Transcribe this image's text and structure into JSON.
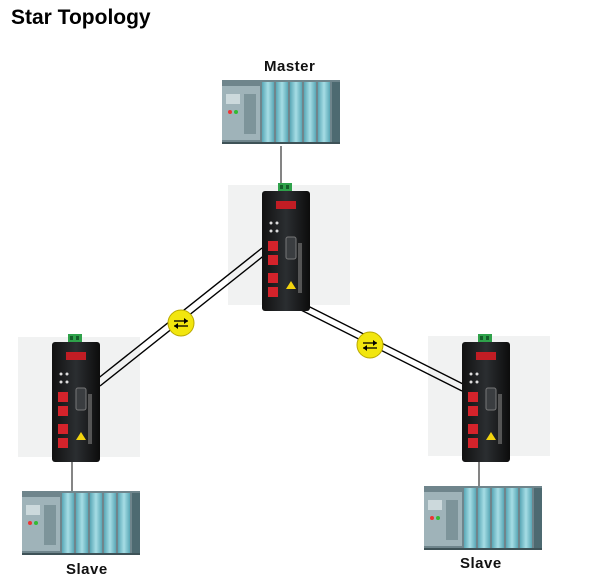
{
  "title": "Star Topology",
  "nodes": {
    "master_label": "Master",
    "slave_left_label": "Slave",
    "slave_right_label": "Slave"
  },
  "colors": {
    "plc_body": "#8fa6ad",
    "plc_module": "#7fc4cf",
    "converter_body": "#222426",
    "converter_backdrop": "#f1f2f2",
    "fiber_port": "#d4232b",
    "green_terminal": "#2fa24b",
    "link_badge": "#f2e60e"
  },
  "icons": [
    "plc-rack-icon",
    "fiber-converter-icon",
    "bidirectional-arrows-icon"
  ]
}
